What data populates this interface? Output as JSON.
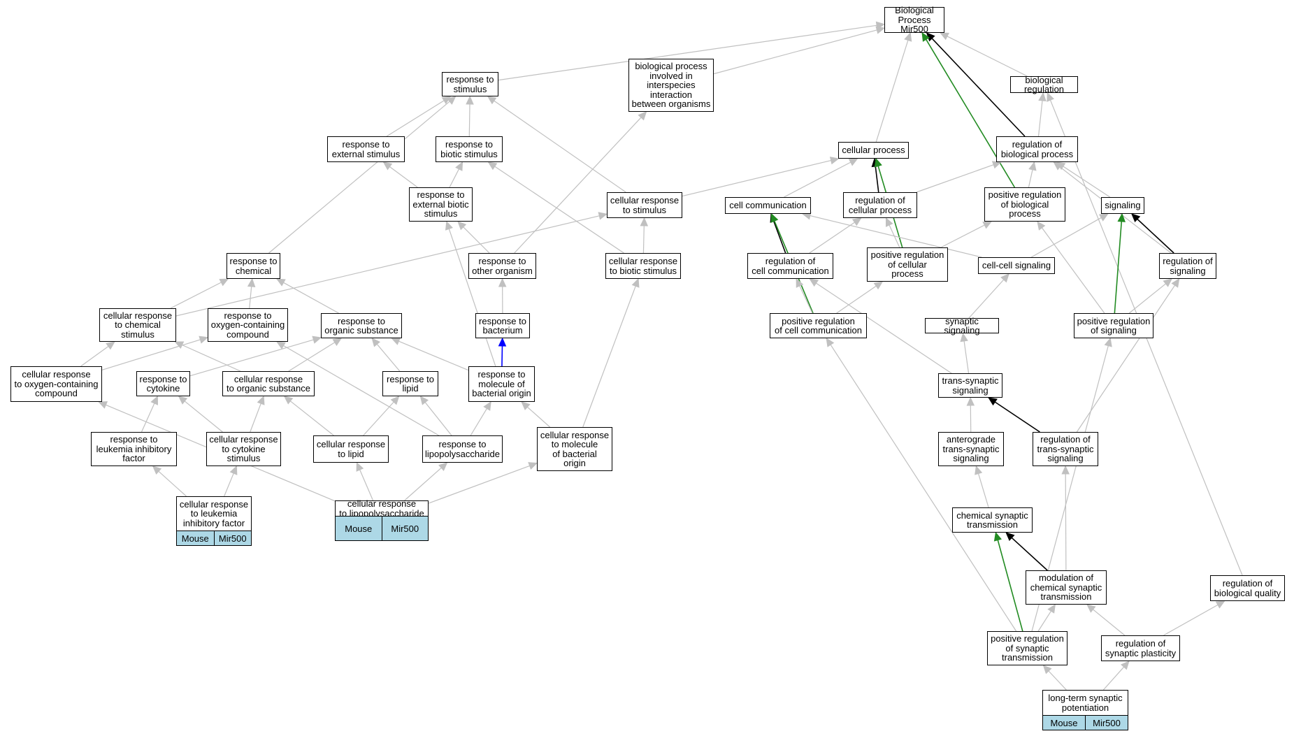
{
  "colors": {
    "gray_edge": "#c0c0c0",
    "black_edge": "#000000",
    "green_edge": "#228b22",
    "blue_edge": "#0000ff",
    "tag_fill": "#add8e6"
  },
  "nodes": {
    "root": "Biological Process\nMir500",
    "resp_stim": "response to\nstimulus",
    "bio_interspecies": "biological process\ninvolved in\ninterspecies\ninteraction\nbetween organisms",
    "bio_reg": "biological regulation",
    "cell_proc": "cellular process",
    "reg_bio_proc": "regulation of\nbiological process",
    "resp_ext_stim": "response to\nexternal stimulus",
    "resp_biotic_stim": "response to\nbiotic stimulus",
    "resp_ext_biotic": "response to\nexternal biotic\nstimulus",
    "cell_resp_stim": "cellular response\nto stimulus",
    "cell_comm": "cell communication",
    "reg_cell_proc": "regulation of\ncellular process",
    "pos_reg_bio_proc": "positive regulation\nof biological\nprocess",
    "signaling": "signaling",
    "resp_chem": "response to\nchemical",
    "resp_other_org": "response to\nother organism",
    "cell_resp_biotic": "cellular response\nto biotic stimulus",
    "reg_cell_comm": "regulation of\ncell communication",
    "pos_reg_cell_proc": "positive regulation\nof cellular\nprocess",
    "cell_cell_sig": "cell-cell signaling",
    "reg_signaling": "regulation of\nsignaling",
    "cell_resp_chem": "cellular response\nto chemical\nstimulus",
    "resp_oxy": "response to\noxygen-containing\ncompound",
    "resp_org_sub": "response to\norganic substance",
    "resp_bacterium": "response to\nbacterium",
    "pos_reg_cell_comm": "positive regulation\nof cell communication",
    "syn_sig": "synaptic signaling",
    "pos_reg_sig": "positive regulation\nof signaling",
    "cell_resp_oxy": "cellular response\nto oxygen-containing\ncompound",
    "resp_cytokine": "response to\ncytokine",
    "cell_resp_org_sub": "cellular response\nto organic substance",
    "resp_lipid": "response to\nlipid",
    "resp_mol_bact": "response to\nmolecule of\nbacterial origin",
    "trans_syn_sig": "trans-synaptic\nsignaling",
    "resp_lif": "response to\nleukemia inhibitory\nfactor",
    "cell_resp_cytokine": "cellular response\nto cytokine\nstimulus",
    "cell_resp_lipid": "cellular response\nto lipid",
    "resp_lps": "response to\nlipopolysaccharide",
    "cell_resp_mol_bact": "cellular response\nto molecule\nof bacterial\norigin",
    "antero": "anterograde\ntrans-synaptic\nsignaling",
    "reg_trans_syn": "regulation of\ntrans-synaptic\nsignaling",
    "cell_resp_lif": "cellular response\nto leukemia\ninhibitory factor",
    "cell_resp_lps": "cellular response\nto lipopolysaccharide",
    "chem_syn": "chemical synaptic\ntransmission",
    "mod_chem_syn": "modulation of\nchemical synaptic\ntransmission",
    "reg_bio_quality": "regulation of\nbiological quality",
    "pos_reg_syn": "positive regulation\nof synaptic\ntransmission",
    "reg_syn_plast": "regulation of\nsynaptic plasticity",
    "ltp": "long-term synaptic\npotentiation"
  },
  "tags": {
    "cell_resp_lif": [
      "Mouse",
      "Mir500"
    ],
    "cell_resp_lps": [
      "Mouse",
      "Mir500"
    ],
    "ltp": [
      "Mouse",
      "Mir500"
    ]
  },
  "edges": [
    [
      "resp_stim",
      "root",
      "gray"
    ],
    [
      "bio_interspecies",
      "root",
      "gray"
    ],
    [
      "cell_proc",
      "root",
      "gray"
    ],
    [
      "reg_bio_proc",
      "root",
      "black"
    ],
    [
      "pos_reg_bio_proc",
      "root",
      "green"
    ],
    [
      "bio_reg",
      "root",
      "gray"
    ],
    [
      "resp_ext_stim",
      "resp_stim",
      "gray"
    ],
    [
      "resp_biotic_stim",
      "resp_stim",
      "gray"
    ],
    [
      "cell_resp_stim",
      "resp_stim",
      "gray"
    ],
    [
      "resp_chem",
      "resp_stim",
      "gray"
    ],
    [
      "reg_bio_proc",
      "bio_reg",
      "gray"
    ],
    [
      "reg_bio_quality",
      "bio_reg",
      "gray"
    ],
    [
      "resp_ext_biotic",
      "resp_ext_stim",
      "gray"
    ],
    [
      "resp_ext_biotic",
      "resp_biotic_stim",
      "gray"
    ],
    [
      "cell_resp_biotic",
      "resp_biotic_stim",
      "gray"
    ],
    [
      "resp_other_org",
      "resp_ext_biotic",
      "gray"
    ],
    [
      "resp_mol_bact",
      "resp_ext_biotic",
      "gray"
    ],
    [
      "resp_other_org",
      "bio_interspecies",
      "gray"
    ],
    [
      "cell_resp_biotic",
      "cell_resp_stim",
      "gray"
    ],
    [
      "cell_resp_chem",
      "cell_resp_stim",
      "gray"
    ],
    [
      "cell_resp_stim",
      "cell_proc",
      "gray"
    ],
    [
      "cell_comm",
      "cell_proc",
      "gray"
    ],
    [
      "reg_cell_proc",
      "cell_proc",
      "black"
    ],
    [
      "pos_reg_cell_proc",
      "cell_proc",
      "green"
    ],
    [
      "reg_cell_proc",
      "reg_bio_proc",
      "gray"
    ],
    [
      "pos_reg_bio_proc",
      "reg_bio_proc",
      "gray"
    ],
    [
      "signaling",
      "reg_bio_proc",
      "gray"
    ],
    [
      "reg_signaling",
      "reg_bio_proc",
      "gray"
    ],
    [
      "reg_cell_comm",
      "cell_comm",
      "black"
    ],
    [
      "pos_reg_cell_comm",
      "cell_comm",
      "green"
    ],
    [
      "cell_cell_sig",
      "cell_comm",
      "gray"
    ],
    [
      "reg_cell_comm",
      "reg_cell_proc",
      "gray"
    ],
    [
      "pos_reg_cell_proc",
      "reg_cell_proc",
      "gray"
    ],
    [
      "pos_reg_cell_proc",
      "pos_reg_bio_proc",
      "gray"
    ],
    [
      "pos_reg_sig",
      "pos_reg_bio_proc",
      "gray"
    ],
    [
      "cell_cell_sig",
      "signaling",
      "gray"
    ],
    [
      "reg_signaling",
      "signaling",
      "black"
    ],
    [
      "pos_reg_sig",
      "signaling",
      "green"
    ],
    [
      "pos_reg_cell_comm",
      "reg_cell_comm",
      "gray"
    ],
    [
      "reg_trans_syn",
      "reg_cell_comm",
      "gray"
    ],
    [
      "pos_reg_cell_comm",
      "pos_reg_cell_proc",
      "gray"
    ],
    [
      "syn_sig",
      "cell_cell_sig",
      "gray"
    ],
    [
      "pos_reg_sig",
      "reg_signaling",
      "gray"
    ],
    [
      "reg_trans_syn",
      "reg_signaling",
      "gray"
    ],
    [
      "cell_resp_chem",
      "resp_chem",
      "gray"
    ],
    [
      "resp_oxy",
      "resp_chem",
      "gray"
    ],
    [
      "resp_org_sub",
      "resp_chem",
      "gray"
    ],
    [
      "resp_bacterium",
      "resp_other_org",
      "gray"
    ],
    [
      "cell_resp_mol_bact",
      "cell_resp_biotic",
      "gray"
    ],
    [
      "cell_resp_oxy",
      "cell_resp_chem",
      "gray"
    ],
    [
      "cell_resp_org_sub",
      "cell_resp_chem",
      "gray"
    ],
    [
      "cell_resp_oxy",
      "resp_oxy",
      "gray"
    ],
    [
      "resp_lps",
      "resp_oxy",
      "gray"
    ],
    [
      "resp_cytokine",
      "resp_org_sub",
      "gray"
    ],
    [
      "cell_resp_org_sub",
      "resp_org_sub",
      "gray"
    ],
    [
      "resp_lipid",
      "resp_org_sub",
      "gray"
    ],
    [
      "resp_mol_bact",
      "resp_org_sub",
      "gray"
    ],
    [
      "resp_mol_bact",
      "resp_bacterium",
      "blue"
    ],
    [
      "pos_reg_syn",
      "pos_reg_cell_comm",
      "gray"
    ],
    [
      "trans_syn_sig",
      "syn_sig",
      "gray"
    ],
    [
      "pos_reg_syn",
      "pos_reg_sig",
      "gray"
    ],
    [
      "cell_resp_lps",
      "cell_resp_oxy",
      "gray"
    ],
    [
      "resp_lif",
      "resp_cytokine",
      "gray"
    ],
    [
      "cell_resp_cytokine",
      "resp_cytokine",
      "gray"
    ],
    [
      "cell_resp_cytokine",
      "cell_resp_org_sub",
      "gray"
    ],
    [
      "cell_resp_lipid",
      "cell_resp_org_sub",
      "gray"
    ],
    [
      "cell_resp_lipid",
      "resp_lipid",
      "gray"
    ],
    [
      "resp_lps",
      "resp_lipid",
      "gray"
    ],
    [
      "resp_lps",
      "resp_mol_bact",
      "gray"
    ],
    [
      "cell_resp_mol_bact",
      "resp_mol_bact",
      "gray"
    ],
    [
      "antero",
      "trans_syn_sig",
      "gray"
    ],
    [
      "reg_trans_syn",
      "trans_syn_sig",
      "black"
    ],
    [
      "cell_resp_lif",
      "resp_lif",
      "gray"
    ],
    [
      "cell_resp_lif",
      "cell_resp_cytokine",
      "gray"
    ],
    [
      "cell_resp_lps",
      "cell_resp_lipid",
      "gray"
    ],
    [
      "cell_resp_lps",
      "resp_lps",
      "gray"
    ],
    [
      "cell_resp_lps",
      "cell_resp_mol_bact",
      "gray"
    ],
    [
      "chem_syn",
      "antero",
      "gray"
    ],
    [
      "mod_chem_syn",
      "reg_trans_syn",
      "gray"
    ],
    [
      "mod_chem_syn",
      "chem_syn",
      "black"
    ],
    [
      "pos_reg_syn",
      "chem_syn",
      "green"
    ],
    [
      "pos_reg_syn",
      "mod_chem_syn",
      "gray"
    ],
    [
      "reg_syn_plast",
      "mod_chem_syn",
      "gray"
    ],
    [
      "reg_syn_plast",
      "reg_bio_quality",
      "gray"
    ],
    [
      "ltp",
      "pos_reg_syn",
      "gray"
    ],
    [
      "ltp",
      "reg_syn_plast",
      "gray"
    ]
  ]
}
